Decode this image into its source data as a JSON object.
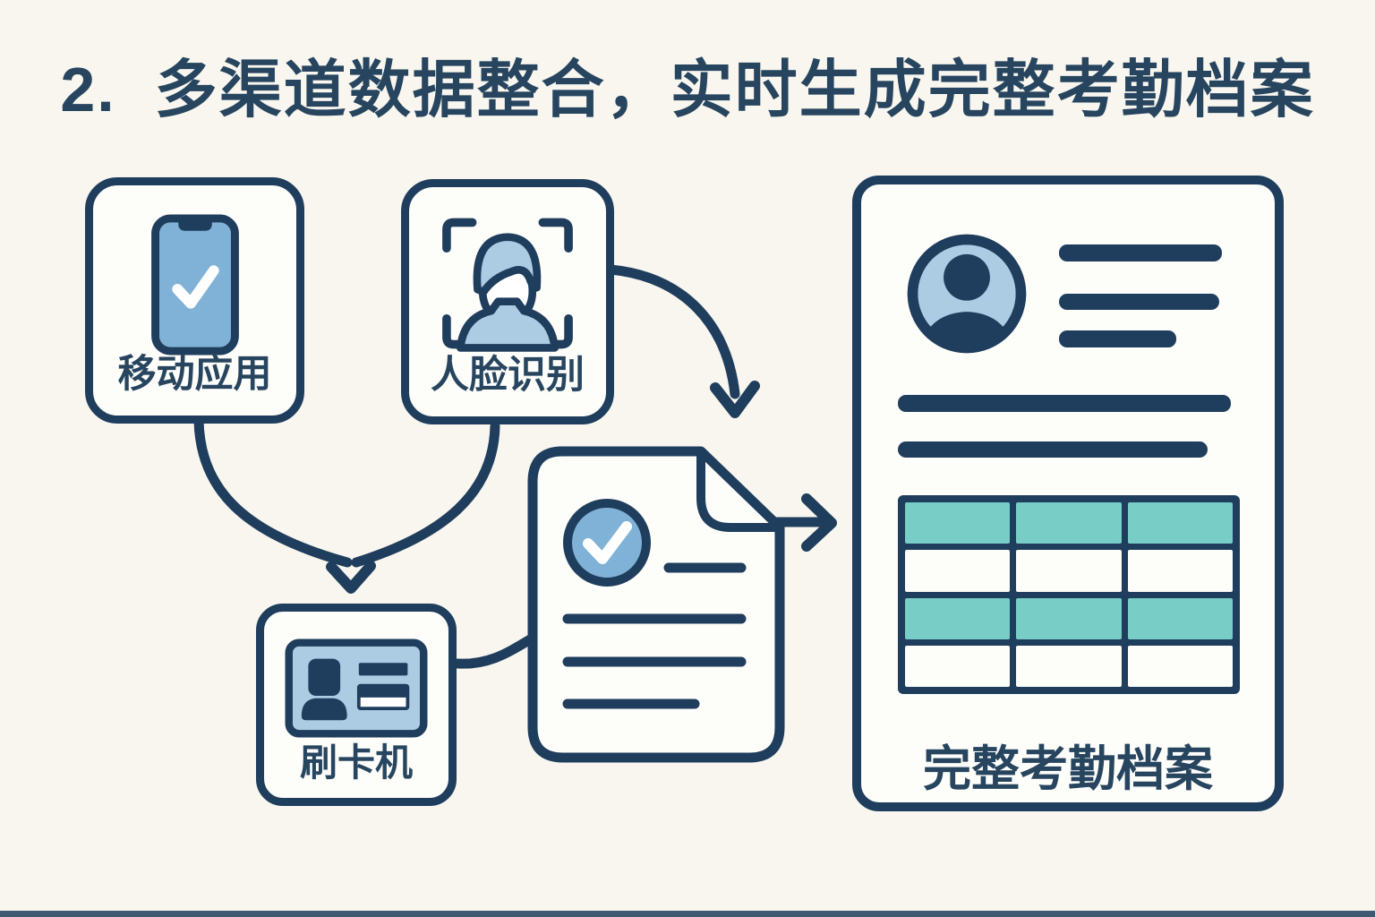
{
  "title": "2.  多渠道数据整合，实时生成完整考勤档案",
  "nodes": {
    "mobile_app": {
      "label": "移动应用",
      "icon": "phone-check-icon"
    },
    "face_recognition": {
      "label": "人脸识别",
      "icon": "face-scan-icon"
    },
    "card_reader": {
      "label": "刷卡机",
      "icon": "id-card-icon"
    },
    "checkin_document": {
      "label": "",
      "icon": "document-check-icon"
    },
    "attendance_archive": {
      "label": "完整考勤档案",
      "icon": "profile-table-icon"
    }
  },
  "edges": [
    {
      "from": "mobile_app",
      "to": "card_reader",
      "style": "curved-arrow-down"
    },
    {
      "from": "face_recognition",
      "to": "card_reader",
      "style": "curved-arrow-down"
    },
    {
      "from": "face_recognition",
      "to": "checkin_document",
      "style": "curved-arrow-down"
    },
    {
      "from": "card_reader",
      "to": "checkin_document",
      "style": "curved-line"
    },
    {
      "from": "checkin_document",
      "to": "attendance_archive",
      "style": "arrow-right"
    }
  ],
  "archive_table": {
    "columns": 3,
    "rows": 4,
    "highlighted_rows": [
      1,
      3
    ],
    "highlight_color": "#78cec6"
  },
  "colors": {
    "background": "#f8f6ef",
    "outline_navy": "#1f3d5c",
    "title_navy": "#27455f",
    "light_blue": "#abcce3",
    "medium_blue": "#7fb2d6",
    "teal": "#78cec6",
    "card_white": "#fdfdfa"
  }
}
